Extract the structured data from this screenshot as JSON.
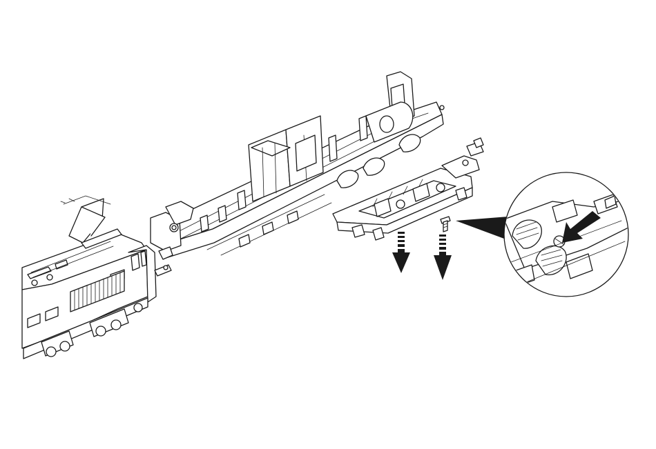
{
  "diagram": {
    "parts": {
      "locomotive": "locomotive-body",
      "chassis": "chassis-frame",
      "bogie": "bogie-assembly",
      "screw": "screw",
      "detail": "detail-magnifier"
    },
    "arrows": {
      "down_count": 2,
      "detail_pointer": true
    },
    "colors": {
      "line": "#1a1a1a",
      "fill": "#ffffff",
      "arrow": "#1a1a1a"
    }
  }
}
